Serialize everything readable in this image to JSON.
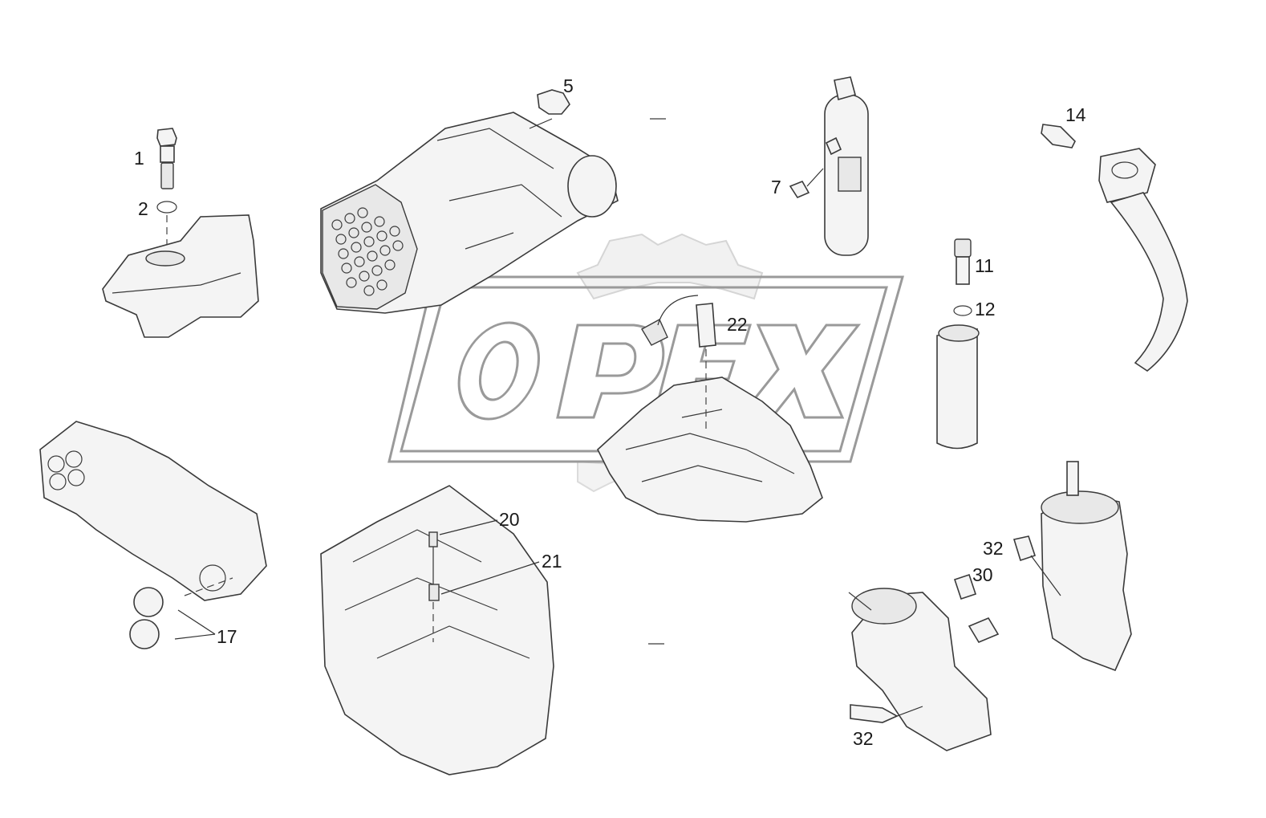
{
  "watermark": {
    "text": "OPEX",
    "color": "#b5b5b5"
  },
  "callouts": [
    {
      "id": "c1",
      "text": "1"
    },
    {
      "id": "c2",
      "text": "2"
    },
    {
      "id": "c5",
      "text": "5"
    },
    {
      "id": "c7",
      "text": "7"
    },
    {
      "id": "c11",
      "text": "11"
    },
    {
      "id": "c12",
      "text": "12"
    },
    {
      "id": "c14",
      "text": "14"
    },
    {
      "id": "c17",
      "text": "17"
    },
    {
      "id": "c20",
      "text": "20"
    },
    {
      "id": "c21",
      "text": "21"
    },
    {
      "id": "c22",
      "text": "22"
    },
    {
      "id": "c30",
      "text": "30"
    },
    {
      "id": "c32a",
      "text": "32"
    },
    {
      "id": "c32b",
      "text": "32"
    }
  ],
  "colors": {
    "line": "#3a3a3a",
    "background": "#ffffff",
    "fill": "#f4f4f4"
  }
}
